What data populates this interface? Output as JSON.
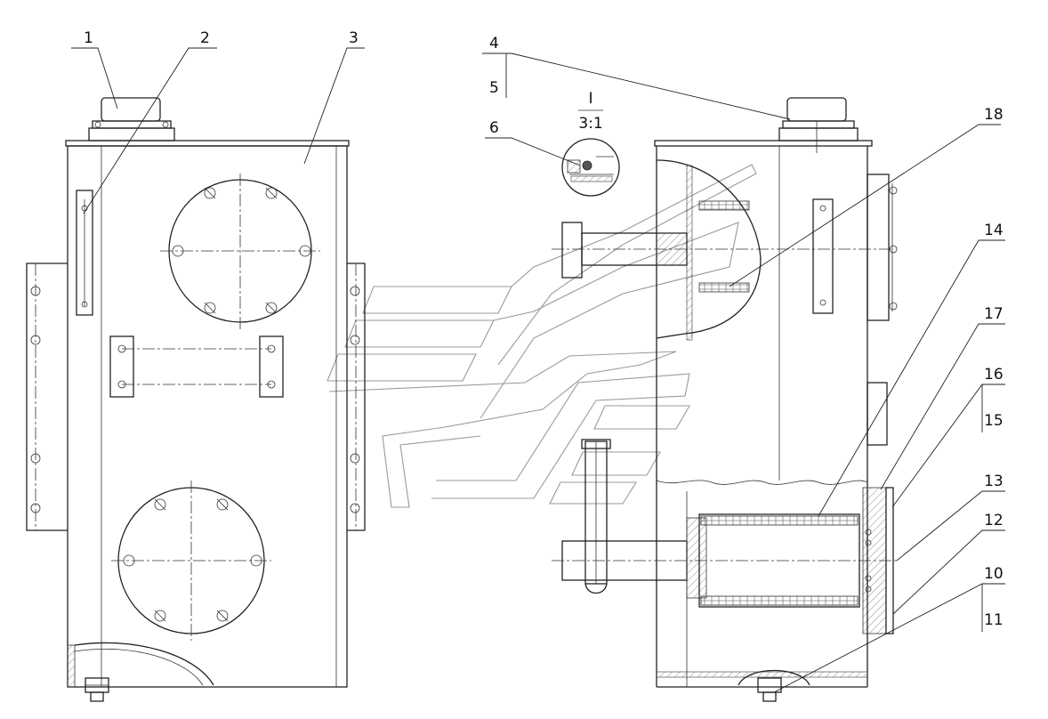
{
  "drawing": {
    "callouts": [
      {
        "id": "c1",
        "text": "1"
      },
      {
        "id": "c2",
        "text": "2"
      },
      {
        "id": "c3",
        "text": "3"
      },
      {
        "id": "c4",
        "text": "4"
      },
      {
        "id": "c5",
        "text": "5"
      },
      {
        "id": "c6",
        "text": "6"
      },
      {
        "id": "c18",
        "text": "18"
      },
      {
        "id": "c14",
        "text": "14"
      },
      {
        "id": "c17",
        "text": "17"
      },
      {
        "id": "c16",
        "text": "16"
      },
      {
        "id": "c15",
        "text": "15"
      },
      {
        "id": "c13",
        "text": "13"
      },
      {
        "id": "c12",
        "text": "12"
      },
      {
        "id": "c10",
        "text": "10"
      },
      {
        "id": "c11",
        "text": "11"
      }
    ],
    "detail_label": {
      "top": "I",
      "bottom": "3:1"
    }
  }
}
